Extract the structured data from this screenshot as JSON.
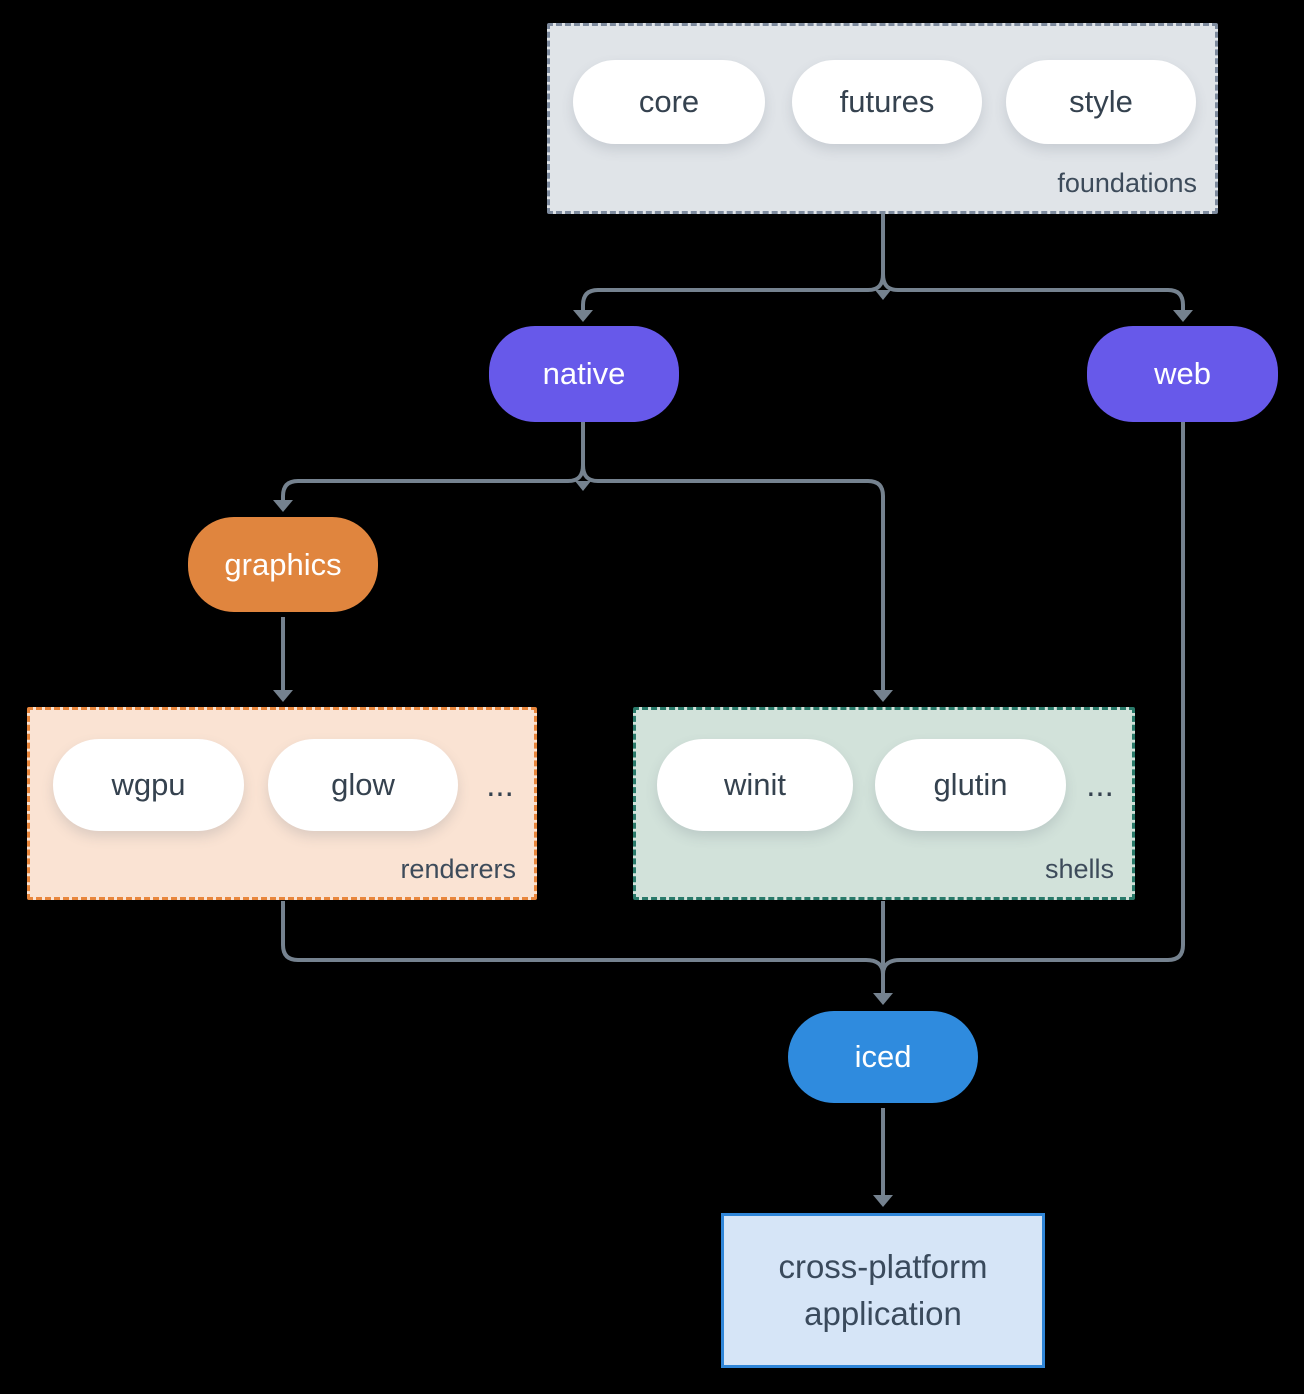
{
  "nodes": {
    "foundations": {
      "label": "foundations",
      "pills": [
        "core",
        "futures",
        "style"
      ]
    },
    "native": {
      "label": "native"
    },
    "web": {
      "label": "web"
    },
    "graphics": {
      "label": "graphics"
    },
    "renderers": {
      "label": "renderers",
      "pills": [
        "wgpu",
        "glow"
      ],
      "ellipsis": "..."
    },
    "shells": {
      "label": "shells",
      "pills": [
        "winit",
        "glutin"
      ],
      "ellipsis": "..."
    },
    "iced": {
      "label": "iced"
    },
    "application": {
      "label": "cross-platform application"
    }
  },
  "colors": {
    "background": "#000000",
    "arrow": "#75828F",
    "native_web_purple": "#6759EA",
    "graphics_orange": "#E0853E",
    "iced_blue": "#2F8BDE",
    "foundations_fill": "#E0E4E8",
    "foundations_border": "#7E8B9E",
    "renderers_fill": "#FAE3D3",
    "renderers_border": "#E8863C",
    "shells_fill": "#D2E2DA",
    "shells_border": "#2A7A6A",
    "application_fill": "#D6E5F7",
    "application_border": "#3086D8",
    "pill_fill": "#FFFFFF",
    "dark_text": "#35424F",
    "label_text": "#3D4B5A"
  }
}
